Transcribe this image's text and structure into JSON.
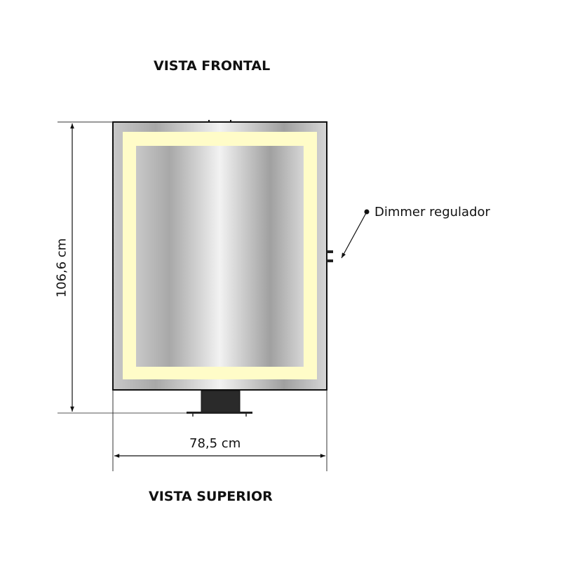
{
  "titles": {
    "front": "VISTA FRONTAL",
    "top": "VISTA SUPERIOR"
  },
  "dimensions": {
    "height": "106,6 cm",
    "width": "78,5 cm"
  },
  "callouts": {
    "dimmer": "Dimmer regulador"
  },
  "colors": {
    "light": "#fffcc8",
    "frame_dark": "#1a1a1a",
    "stand": "#2a2a2a"
  }
}
